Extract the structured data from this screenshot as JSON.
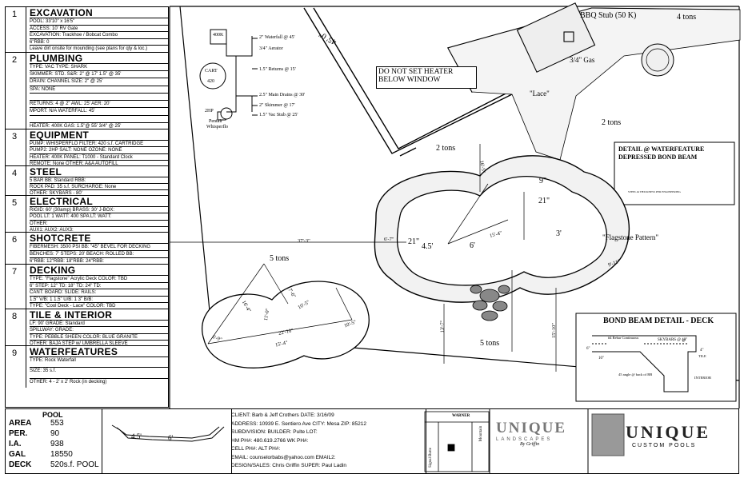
{
  "spec": {
    "sections": [
      {
        "num": "1",
        "title": "EXCAVATION",
        "lines": [
          "POOL: 33'10\" x 16'5\"",
          "ACCESS:  10' RV Gate",
          "EXCAVATION:      Trackhoe / Bobcat Combo",
          "6\"RBB:   0",
          "Leave dirt onsite for mounding (see plans for qty & loc.)"
        ]
      },
      {
        "num": "2",
        "title": "PLUMBING",
        "lines": [
          "TYPE:     VAC        TYPE:      SHARK",
          "SKIMMER:   STD.    S&R:  2\" @    17'  1.5\" @  35'",
          "DRAIN:  CHANNEL   SIZE:   2\"  @    25'",
          "SPA:  NONE",
          "",
          "RETURNS:   4 @ 2\"   AWL:  25'    AER:   20'",
          "MPORT:   N/A  WATERFALL:    45'",
          "",
          "HEATER:  400K    GAS:  1.5\"@  55'   3/4\" @  25'"
        ]
      },
      {
        "num": "3",
        "title": "EQUIPMENT",
        "lines": [
          "PUMP:  WHISPERFLO    FILTER:   420 s.f. CARTRIDGE",
          "PUMP2:    2HP        SALT:  NONE   OZONE:   NONE",
          "HEATER:   400K      PANEL:     T1000 - Standard Clock",
          "REMOTE:   None          OTHER:     A&A AUTOFILL"
        ]
      },
      {
        "num": "4",
        "title": "STEEL",
        "lines": [
          "5 BAR BB:   Standard                    RBB:",
          "ROCK PAD:     35 s.f.   SURCHARGE:       None",
          "OTHER:          SKYBARS - 80'"
        ]
      },
      {
        "num": "5",
        "title": "ELECTRICAL",
        "lines": [
          "RIGID:  60' (30amp)      BRASS:   30'   J-BOX:",
          "POOL LT:    1    WATT:   400   SPA LT:        WATT:",
          "OTHER:",
          "AUX1:                 AUX2:                  AUX3:"
        ]
      },
      {
        "num": "6",
        "title": "SHOTCRETE",
        "lines": [
          "FIBERMESH:      3500 PSI    BB:  \"45\" BEVEL FOR DECKING",
          "BENCHES:   7'  STEPS:  20'   BEACH:          ROLLED BB:",
          "6\"RBB:           12\"RBB:          18\"RBB:         24\"RBB:"
        ]
      },
      {
        "num": "7",
        "title": "DECKING",
        "lines": [
          "TYPE:  \"Flagstone\" Acrylic Deck   COLOR:    TBD",
          "6\" STEP:          12\" TD:          18\" TD:        24\" TD:",
          "CANT:         BOARD:               SLIDE:              RAILS:",
          "1.5\" V/B:     1     1.5\" U/B:    1     3\" B/B:",
          "TYPE:   \"Cool Deck - Lace\"          COLOR:    TBD"
        ]
      },
      {
        "num": "8",
        "title": "TILE & INTERIOR",
        "lines": [
          "LF:   90'             GRADE:   Standard",
          "SPILLWAY:                GRADE:",
          "TYPE:   PEBBLE SHEEN     COLOR:   BLUE GRANITE",
          "OTHER:   BAJA STEP w/ UMBRELLA SLEEVE"
        ]
      },
      {
        "num": "9",
        "title": "WATERFEATURES",
        "lines": [
          "TYPE:     Rock Waterfall",
          "SIZE:    35 s.f.",
          "OTHER:    4 - 2' x 2' Rock (in decking)"
        ]
      }
    ]
  },
  "stats": {
    "header": "POOL",
    "rows": [
      {
        "label": "AREA",
        "value": "553"
      },
      {
        "label": "PER.",
        "value": "90"
      },
      {
        "label": "I.A.",
        "value": "938"
      },
      {
        "label": "GAL",
        "value": "18550"
      },
      {
        "label": "DECK",
        "value": "520s.f. POOL"
      }
    ]
  },
  "section_view": {
    "left_depth": "4.5'",
    "right_depth": "6'"
  },
  "client_info": [
    "CLIENT:       Barb & Jeff Crothers                          DATE:      3/16/09",
    "ADDRESS:  10939 E. Sentiero Ave                CITY:  Mesa          ZIP:     85212",
    "SUBDIVISION:                                   BUILDER:  Pulte           LOT:",
    "HM PH#:    480.619.2766                        WK PH#:",
    "CELL PH#:                                       ALT PH#:",
    "EMAIL:       counselorbabs@yahoo.com  EMAIL2:",
    "DESIGN/SALES:      Chris Griffin              SUPER:      Paul Ladin"
  ],
  "vicinity": {
    "street_a": "WARNER",
    "street_b": "Signal Butte",
    "street_c": "Mountain"
  },
  "logo_left": {
    "name": "UNIQUE",
    "sub": "LANDSCAPES",
    "by": "By Griffin"
  },
  "logo_right": {
    "name": "UNIQUE",
    "sub": "CUSTOM POOLS"
  },
  "plan": {
    "tons": [
      "4 tons",
      "2 tons",
      "2 tons",
      "5 tons",
      "5 tons"
    ],
    "bbq": "BBQ Stub (50 K)",
    "gas": "3/4\" Gas",
    "lace": "\"Lace\"",
    "warning1": "DO NOT SET HEATER",
    "warning2": "BELOW WINDOW",
    "house_dim": "45' 0\"",
    "flagstone": "\"Flagstone Pattern\"",
    "depths": [
      "4.5'",
      "6'",
      "3'",
      "21\"",
      "21\"",
      "9\""
    ],
    "dims": [
      "37'-3\"",
      "15'-4\"",
      "13'-7\"",
      "15'-10\"",
      "10'-5\"",
      "22'-10\"",
      "15'-4\"",
      "16'-5\"",
      "6'-7\"",
      "9'-11\"",
      "6'-9\"",
      "11'-0\"",
      "10'-5\"",
      "16'-4\"",
      "17'-6\""
    ],
    "equip": {
      "heater": "400K",
      "cart": "CART",
      "cart_size": "420",
      "twohp": "2HP",
      "pump1": "Pentair",
      "pump2": "Whisperflo",
      "notes": [
        "2\" Waterfall @ 45'",
        "3/4\" Aerator",
        "1.5\" Returns @ 15'",
        "2.5\" Main Drains @ 30'",
        "2\" Skimmer @ 17'",
        "1.5\" Vac Stub @ 25'"
      ]
    }
  },
  "details": {
    "waterfeature_title1": "DETAIL @ WATERFEATURE",
    "waterfeature_title2": "DEPRESSED BOND BEAM",
    "waterfeature_note": "STEEL & THICKNESS PER ENGINEERING",
    "bondbeam_title": "BOND BEAM DETAIL - DECK",
    "bb_notes": [
      "#4 Rebar Continuous",
      "SKYBARS @ 48\"",
      "TILE",
      "45 angle @ back of BB",
      "INTERIOR"
    ],
    "bb_dims": [
      "6\"",
      "10\"",
      "6\"",
      "4\""
    ]
  }
}
